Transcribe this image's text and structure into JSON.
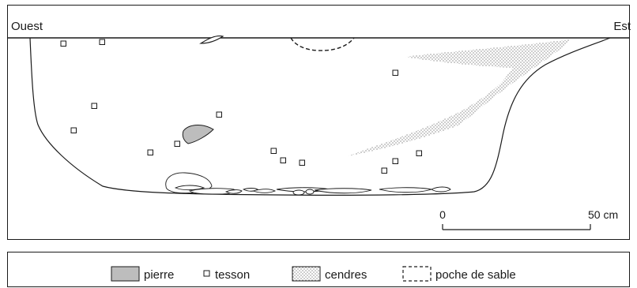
{
  "section": {
    "west_label": "Ouest",
    "east_label": "Est"
  },
  "scale": {
    "start_label": "0",
    "end_label": "50 cm"
  },
  "legend": {
    "stone_label": "pierre",
    "sherd_label": "tesson",
    "ash_label": "cendres",
    "sand_pocket_label": "poche de sable"
  },
  "colors": {
    "stone_fill": "#bdbdbd",
    "line": "#1a1a1a",
    "ash_dots": "#555555"
  }
}
